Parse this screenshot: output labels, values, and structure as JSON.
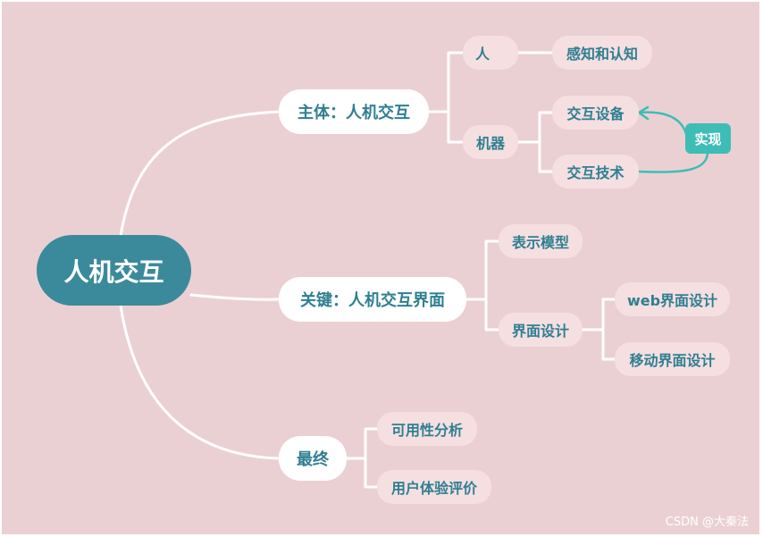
{
  "root": {
    "label": "人机交互"
  },
  "branches": [
    {
      "label": "主体：人机交互",
      "children": [
        {
          "label": "人",
          "children": [
            {
              "label": "感知和认知"
            }
          ]
        },
        {
          "label": "机器",
          "children": [
            {
              "label": "交互设备"
            },
            {
              "label": "交互技术"
            }
          ]
        }
      ]
    },
    {
      "label": "关键：人机交互界面",
      "children": [
        {
          "label": "表示模型"
        },
        {
          "label": "界面设计",
          "children": [
            {
              "label": "web界面设计"
            },
            {
              "label": "移动界面设计"
            }
          ]
        }
      ]
    },
    {
      "label": "最终",
      "children": [
        {
          "label": "可用性分析"
        },
        {
          "label": "用户体验评价"
        }
      ]
    }
  ],
  "relation": {
    "label": "实现"
  },
  "watermark": "CSDN @大秦法",
  "colors": {
    "background": "#ebd0d3",
    "root_fill": "#3b8a9b",
    "text_teal": "#2f7f91",
    "leaf_fill": "#f5dfe1",
    "relation_fill": "#3ebdb6"
  }
}
